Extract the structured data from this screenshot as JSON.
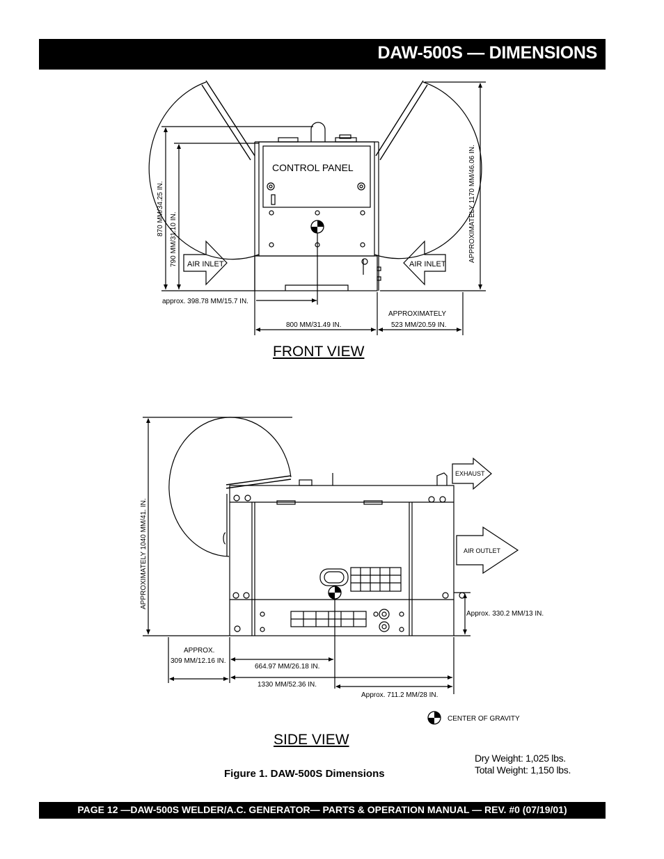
{
  "header": {
    "title": "DAW-500S — DIMENSIONS"
  },
  "front_view": {
    "label": "FRONT VIEW",
    "control_panel": "CONTROL  PANEL",
    "air_inlet_left": "AIR INLET",
    "air_inlet_right": "AIR INLET",
    "dim_height_outer": "870 MM/34.25 IN.",
    "dim_height_inner": "790 MM/31.10 IN.",
    "dim_height_total": "APPROXIMATELY 1170 MM/46.06 IN.",
    "dim_cog_offset": "approx. 398.78 MM/15.7 IN.",
    "dim_width": "800 MM/31.49 IN.",
    "dim_side_approx": "APPROXIMATELY",
    "dim_side": "523 MM/20.59 IN."
  },
  "side_view": {
    "label": "SIDE VIEW",
    "exhaust": "EXHAUST",
    "air_outlet": "AIR OUTLET",
    "dim_height_total": "APPROXIMATELY 1040 MM/41. IN.",
    "dim_cog_height": "Approx. 330.2 MM/13 IN.",
    "dim_overhang_approx": "APPROX.",
    "dim_overhang": "309 MM/12.16 IN.",
    "dim_cog_length": "664.97 MM/26.18 IN.",
    "dim_length": "1330 MM/52.36 IN.",
    "dim_rear": "Approx. 711.2 MM/28 IN."
  },
  "legend": {
    "cog": "CENTER OF GRAVITY"
  },
  "weights": {
    "dry": "Dry Weight: 1,025 lbs.",
    "total": "Total Weight: 1,150 lbs."
  },
  "caption": "Figure 1.   DAW-500S  Dimensions",
  "footer": {
    "text": "PAGE 12 —DAW-500S  WELDER/A.C. GENERATOR— PARTS & OPERATION MANUAL — REV. #0 (07/19/01)"
  }
}
